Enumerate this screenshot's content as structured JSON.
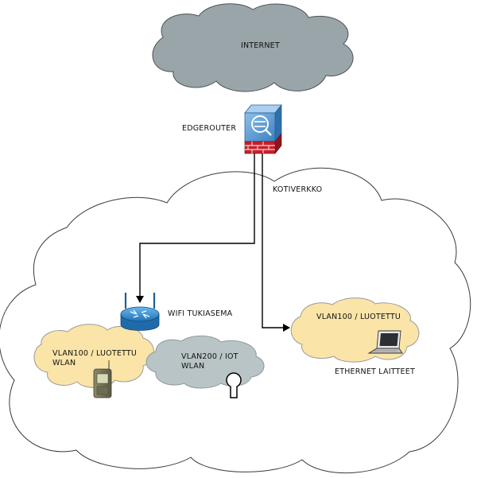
{
  "internet": {
    "label": "INTERNET"
  },
  "router": {
    "label": "EDGEROUTER"
  },
  "home_network": {
    "label": "KOTIVERKKO"
  },
  "wifi_ap": {
    "label": "WIFI TUKIASEMA"
  },
  "wlan_trusted": {
    "label": "VLAN100 / LUOTETTU\nWLAN"
  },
  "wlan_iot": {
    "label": "VLAN200 / IOT\nWLAN"
  },
  "wired_trusted": {
    "label": "VLAN100 / LUOTETTU"
  },
  "ethernet_devices": {
    "label": "ETHERNET LAITTEET"
  },
  "colors": {
    "internet_cloud": "#9aa5aa",
    "home_cloud": "#ffffff",
    "trusted_cloud": "#fbe4a8",
    "iot_cloud": "#b9c4c6",
    "router_body": "#5c9ed6",
    "firewall": "#c9202a",
    "ap_body": "#3d97d9",
    "line": "#000000"
  },
  "icons": [
    "router-firewall-icon",
    "wireless-access-point-icon",
    "mobile-phone-icon",
    "keyhole-lock-icon",
    "laptop-icon"
  ]
}
